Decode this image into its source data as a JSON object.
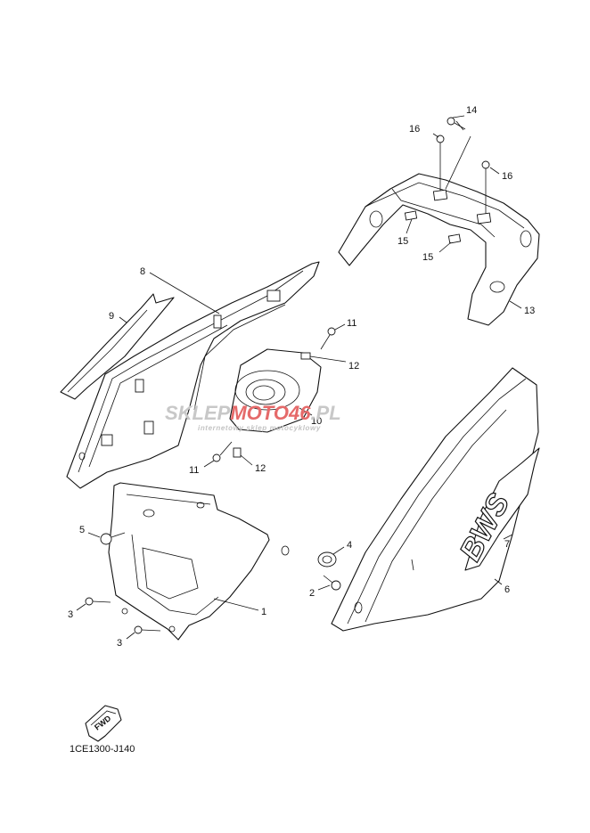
{
  "drawing_code": "1CE1300-J140",
  "fwd_label": "FWD",
  "watermark": {
    "sklep": "SKLEP",
    "moto": "MOTO",
    "num": "46",
    "pl": ".PL",
    "tagline": "internetowy sklep motocyklowy"
  },
  "decal_text": "BWS",
  "callouts": {
    "c1": "1",
    "c2": "2",
    "c3a": "3",
    "c3b": "3",
    "c4": "4",
    "c5": "5",
    "c6": "6",
    "c7": "7",
    "c8": "8",
    "c9": "9",
    "c10": "10",
    "c11a": "11",
    "c11b": "11",
    "c12a": "12",
    "c12b": "12",
    "c13": "13",
    "c14": "14",
    "c15a": "15",
    "c15b": "15",
    "c16a": "16",
    "c16b": "16"
  }
}
